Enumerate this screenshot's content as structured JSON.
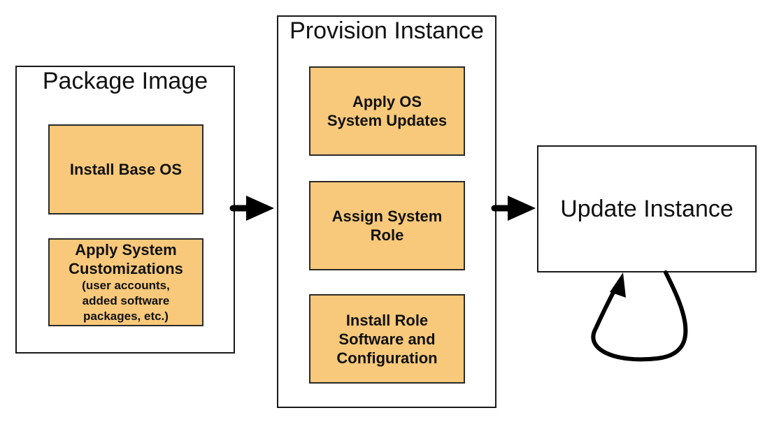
{
  "diagram": {
    "package_image": {
      "title": "Package Image",
      "steps": [
        {
          "label": "Install Base OS"
        },
        {
          "label": "Apply System\nCustomizations",
          "sub": "(user accounts,\nadded software\npackages, etc.)"
        }
      ]
    },
    "provision_instance": {
      "title": "Provision Instance",
      "steps": [
        {
          "label": "Apply OS\nSystem Updates"
        },
        {
          "label": "Assign System\nRole"
        },
        {
          "label": "Install Role\nSoftware and\nConfiguration"
        }
      ]
    },
    "update_instance": {
      "title": "Update Instance"
    },
    "colors": {
      "step_fill": "#f8c97a",
      "outline": "#1a1a1a",
      "arrow": "#000000"
    }
  }
}
